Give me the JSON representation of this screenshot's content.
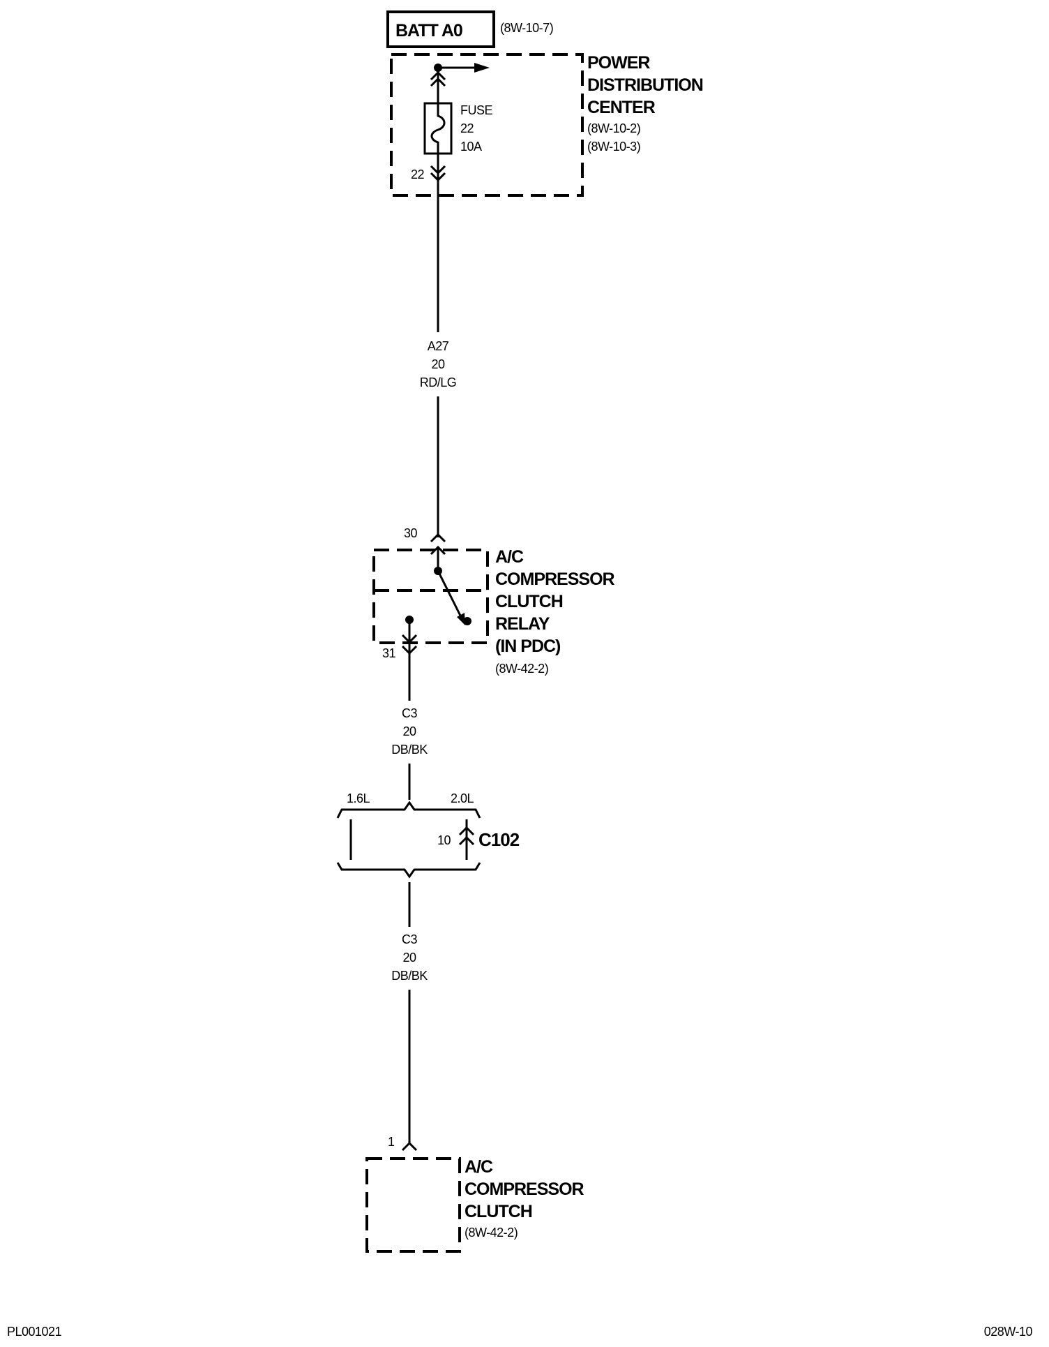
{
  "batt": {
    "label": "BATT A0",
    "ref": "(8W-10-7)"
  },
  "pdc": {
    "title": [
      "POWER",
      "DISTRIBUTION",
      "CENTER"
    ],
    "refs": [
      "(8W-10-2)",
      "(8W-10-3)"
    ],
    "fuse": [
      "FUSE",
      "22",
      "10A"
    ],
    "pin": "22"
  },
  "wire1": [
    "A27",
    "20",
    "RD/LG"
  ],
  "relay": {
    "title": [
      "A/C",
      "COMPRESSOR",
      "CLUTCH",
      "RELAY",
      "(IN PDC)"
    ],
    "ref": "(8W-42-2)",
    "pin_in": "30",
    "pin_out": "31"
  },
  "wire2": [
    "C3",
    "20",
    "DB/BK"
  ],
  "connector": {
    "name": "C102",
    "pin": "10",
    "left_variant": "1.6L",
    "right_variant": "2.0L"
  },
  "wire3": [
    "C3",
    "20",
    "DB/BK"
  ],
  "clutch": {
    "title": [
      "A/C",
      "COMPRESSOR",
      "CLUTCH"
    ],
    "ref": "(8W-42-2)",
    "pin": "1"
  },
  "footer": {
    "left": "PL001021",
    "right": "028W-10"
  }
}
